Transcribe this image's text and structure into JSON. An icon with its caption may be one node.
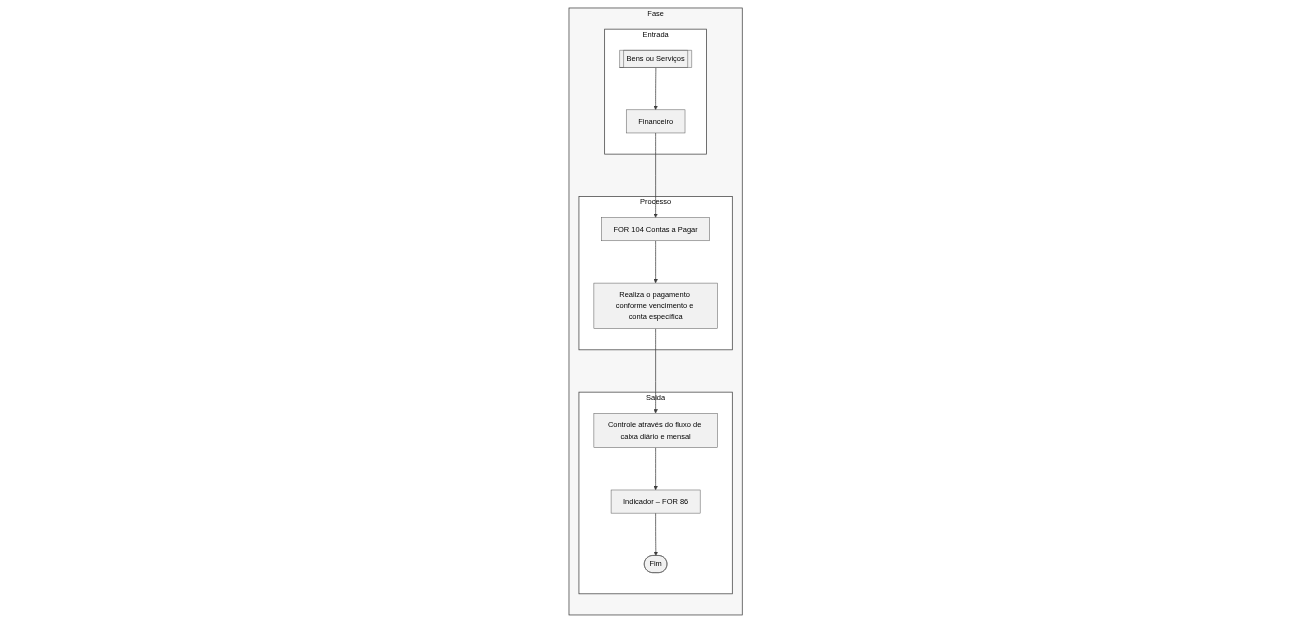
{
  "diagram": {
    "nodes": [
      {
        "text": [
          "Fase"
        ]
      },
      {
        "text": [
          "Entrada"
        ],
        "in": 0
      },
      {
        "text": [
          "Bens ou Serviços"
        ],
        "in": 1
      },
      {
        "text": [
          "Financeiro"
        ],
        "in": 1
      },
      {
        "text": [
          "Processo"
        ],
        "in": 0
      },
      {
        "text": [
          "FOR 104 Contas a Pagar"
        ],
        "in": 4
      },
      {
        "text": [
          "Realiza o pagamento conforme vencimento e conta específica"
        ],
        "in": 4
      },
      {
        "text": [
          "Saida"
        ],
        "in": 0
      },
      {
        "text": [
          "Controle através do fluxo de caixa diário e mensal"
        ],
        "in": 7
      },
      {
        "text": [
          "Indicador – FOR 86"
        ],
        "in": 7
      },
      {
        "text": [
          "Fim"
        ],
        "in": 7
      }
    ],
    "edges": [
      {
        "from": 2,
        "to": 3,
        "arrow": "to"
      },
      {
        "from": 3,
        "to": 5,
        "arrow": "to"
      },
      {
        "from": 5,
        "to": 6,
        "arrow": "to"
      },
      {
        "from": 6,
        "to": 8,
        "arrow": "to"
      },
      {
        "from": 8,
        "to": 9,
        "arrow": "to"
      },
      {
        "from": 9,
        "to": 10,
        "arrow": "to"
      }
    ]
  }
}
